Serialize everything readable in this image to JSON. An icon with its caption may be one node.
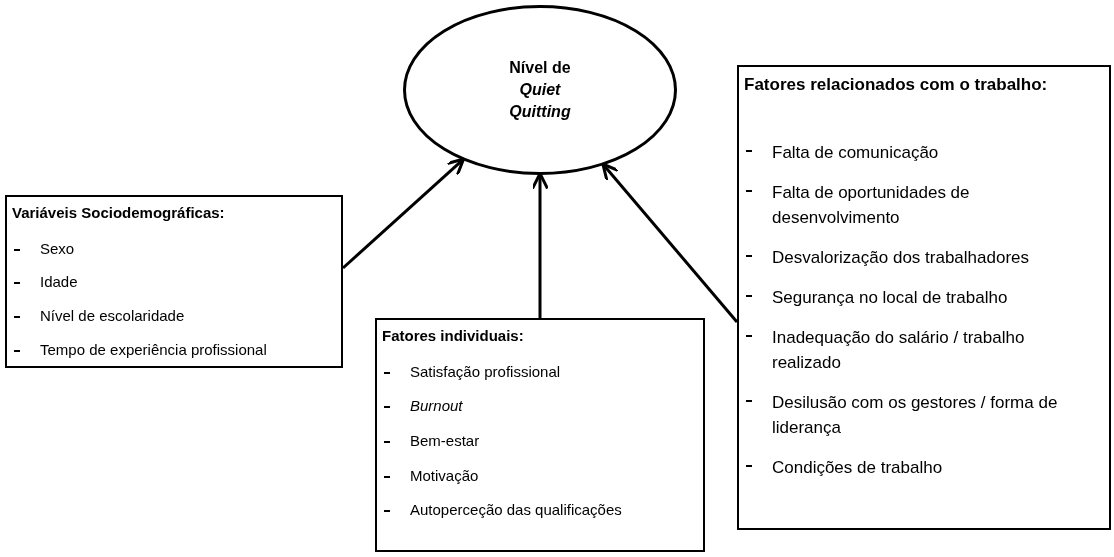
{
  "diagram": {
    "nodes": [
      {
        "text": [
          "Nível de *Quiet Quitting*"
        ]
      },
      {
        "text": [
          "Variáveis Sociodemográficas:",
          "Sexo",
          "Idade",
          "Nível de escolaridade",
          "Tempo de experiência profissional"
        ]
      },
      {
        "text": [
          "Fatores individuais:",
          "Satisfação profissional",
          "*Burnout*",
          "Bem-estar",
          "Motivação",
          "Autoperceção das qualificações"
        ]
      },
      {
        "text": [
          "Fatores relacionados com o trabalho:",
          "Falta de comunicação",
          "Falta de oportunidades de desenvolvimento",
          "Desvalorização dos trabalhadores",
          "Segurança no local de trabalho",
          "Inadequação do salário / trabalho realizado",
          "Desilusão com os gestores / forma de liderança",
          "Condições de trabalho"
        ]
      }
    ],
    "edges": [
      {
        "from": 1,
        "to": 0,
        "arrow": "to"
      },
      {
        "from": 2,
        "to": 0,
        "arrow": "to"
      },
      {
        "from": 3,
        "to": 0,
        "arrow": "to"
      }
    ]
  }
}
